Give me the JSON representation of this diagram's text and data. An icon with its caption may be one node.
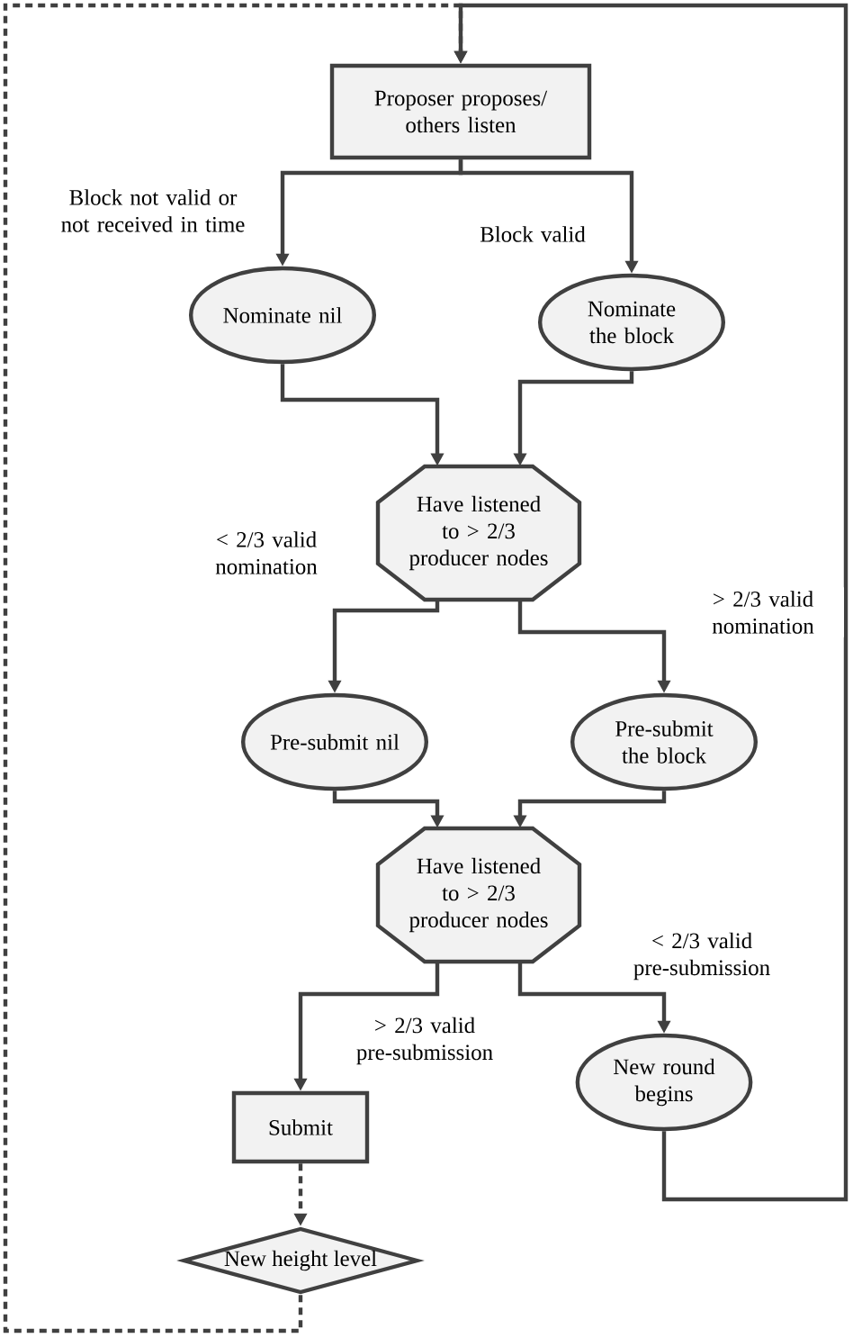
{
  "diagram": {
    "nodes": [
      {
        "text": [
          "Proposer proposes/ others listen"
        ]
      },
      {
        "text": [
          "Nominate nil"
        ]
      },
      {
        "text": [
          "Nominate the block"
        ]
      },
      {
        "text": [
          "Have listened to > 2/3 producer nodes"
        ]
      },
      {
        "text": [
          "Pre-submit nil"
        ]
      },
      {
        "text": [
          "Pre-submit the block"
        ]
      },
      {
        "text": [
          "Have listened to > 2/3 producer nodes"
        ]
      },
      {
        "text": [
          "Submit"
        ]
      },
      {
        "text": [
          "New round begins"
        ]
      },
      {
        "text": [
          "New height level"
        ]
      }
    ],
    "edges": [
      {
        "from": 0,
        "to": 1,
        "arrow": "to",
        "label": "Block not valid or not received in time"
      },
      {
        "from": 0,
        "to": 2,
        "arrow": "to",
        "label": "Block valid"
      },
      {
        "from": 1,
        "to": 3,
        "arrow": "to"
      },
      {
        "from": 2,
        "to": 3,
        "arrow": "to"
      },
      {
        "from": 3,
        "to": 4,
        "arrow": "to",
        "label": "< 2/3 valid nomination"
      },
      {
        "from": 3,
        "to": 5,
        "arrow": "to",
        "label": "> 2/3 valid nomination"
      },
      {
        "from": 4,
        "to": 6,
        "arrow": "to"
      },
      {
        "from": 5,
        "to": 6,
        "arrow": "to"
      },
      {
        "from": 6,
        "to": 7,
        "arrow": "to",
        "label": "> 2/3 valid pre-submission"
      },
      {
        "from": 6,
        "to": 8,
        "arrow": "to",
        "label": "< 2/3 valid pre-submission"
      },
      {
        "from": 7,
        "to": 9,
        "arrow": "to",
        "style": "dashed"
      },
      {
        "from": 8,
        "to": 0,
        "arrow": "to"
      },
      {
        "from": 9,
        "to": 0,
        "arrow": "to",
        "style": "dashed"
      }
    ]
  }
}
